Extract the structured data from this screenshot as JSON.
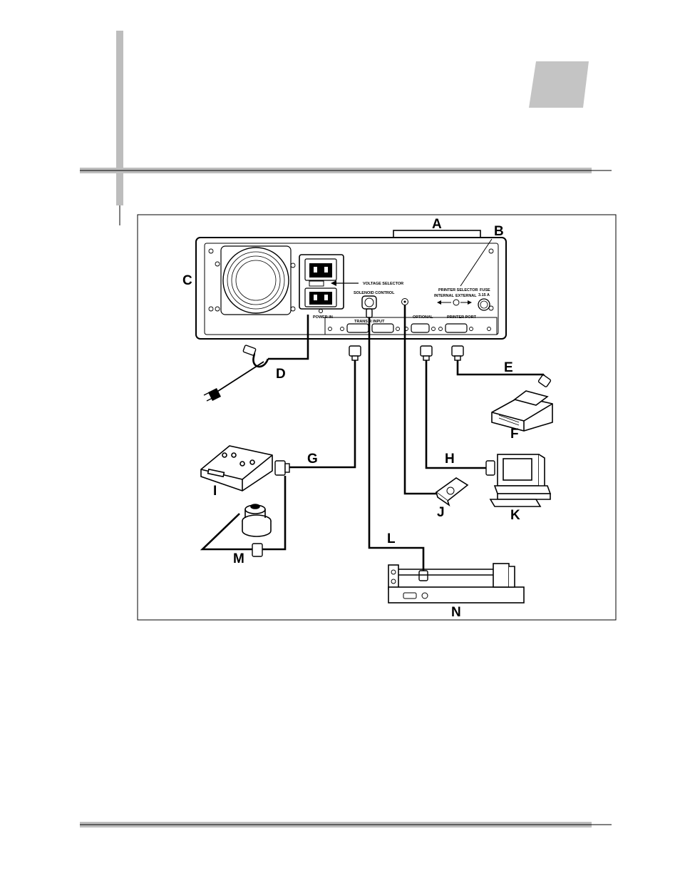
{
  "callouts": {
    "A": "A",
    "B": "B",
    "C": "C",
    "D": "D",
    "E": "E",
    "F": "F",
    "G": "G",
    "H": "H",
    "I": "I",
    "J": "J",
    "K": "K",
    "L": "L",
    "M": "M",
    "N": "N"
  },
  "panel_labels": {
    "voltage_selector": "VOLTAGE SELECTOR",
    "power_in": "POWER IN",
    "solenoid_control": "SOLENOID CONTROL",
    "transducer_input": "TRANS     R INPUT",
    "optional": "OPTIONAL",
    "printer_port": "PRINTER PORT",
    "printer_selector": "PRINTER SELECTOR",
    "internal": "INTERNAL",
    "external": "EXTERNAL",
    "fuse": "FUSE",
    "fuse_rating": "3.15 A"
  },
  "colors": {
    "rule_gray": "#bdbdbd",
    "tab_gray": "#c4c4c4",
    "ink": "#000000"
  }
}
